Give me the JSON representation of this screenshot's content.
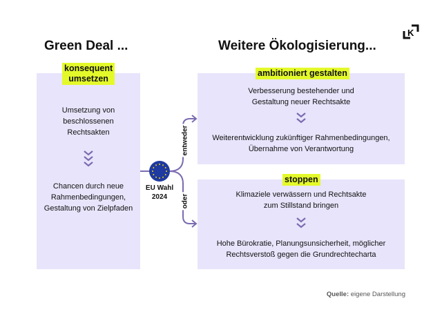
{
  "logo": "K",
  "left": {
    "title": "Green Deal ...",
    "badge_line1": "konsequent",
    "badge_line2": "umsetzen",
    "text1": [
      "Umsetzung von",
      "beschlossenen",
      "Rechtsakten"
    ],
    "text2": [
      "Chancen durch neue",
      "Rahmenbedingungen,",
      "Gestaltung von Zielpfaden"
    ]
  },
  "center": {
    "label_line1": "EU Wahl",
    "label_line2": "2024",
    "branch_top": "entweder",
    "branch_bottom": "oder"
  },
  "right": {
    "title": "Weitere Ökologisierung...",
    "top": {
      "badge": "ambitioniert gestalten",
      "text1": [
        "Verbesserung bestehender und",
        "Gestaltung neuer Rechtsakte"
      ],
      "text2": [
        "Weiterentwicklung  zukünftiger Rahmenbedingungen,",
        "Übernahme von Verantwortung"
      ]
    },
    "bottom": {
      "badge": "stoppen",
      "text1": [
        "Klimaziele verwässern und Rechtsakte",
        "zum Stillstand bringen"
      ],
      "text2": [
        "Hohe Bürokratie,  Planungsunsicherheit, möglicher",
        "Rechtsverstoß gegen die Grundrechtecharta"
      ]
    }
  },
  "source": {
    "label": "Quelle:",
    "text": "eigene Darstellung"
  },
  "colors": {
    "box": "#e8e4fb",
    "highlight": "#e4f92a",
    "arrow": "#7a6bb0",
    "eu": "#1f3aa0"
  }
}
